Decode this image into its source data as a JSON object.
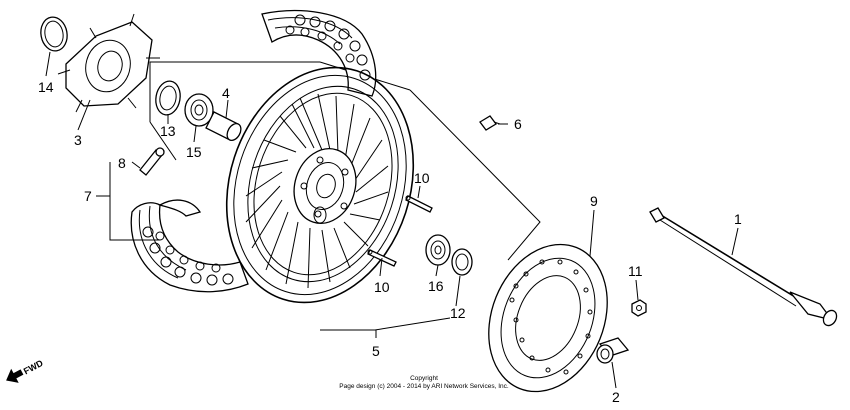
{
  "callouts": [
    {
      "id": "c1",
      "label": "1"
    },
    {
      "id": "c2",
      "label": "2"
    },
    {
      "id": "c3",
      "label": "3"
    },
    {
      "id": "c4",
      "label": "4"
    },
    {
      "id": "c5",
      "label": "5"
    },
    {
      "id": "c6",
      "label": "6"
    },
    {
      "id": "c7",
      "label": "7"
    },
    {
      "id": "c8",
      "label": "8"
    },
    {
      "id": "c9",
      "label": "9"
    },
    {
      "id": "c10a",
      "label": "10"
    },
    {
      "id": "c10b",
      "label": "10"
    },
    {
      "id": "c11",
      "label": "11"
    },
    {
      "id": "c12",
      "label": "12"
    },
    {
      "id": "c13",
      "label": "13"
    },
    {
      "id": "c14",
      "label": "14"
    },
    {
      "id": "c15",
      "label": "15"
    },
    {
      "id": "c16",
      "label": "16"
    }
  ],
  "fwd_label": "FWD",
  "copyright": {
    "line1": "Copyright",
    "line2": "Page design (c) 2004 - 2014 by ARI Network Services, Inc."
  }
}
